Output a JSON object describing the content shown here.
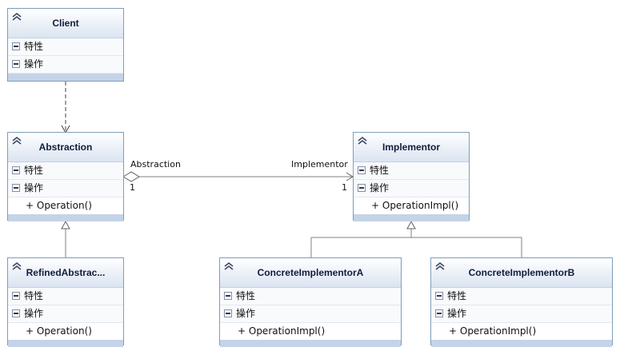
{
  "classes": {
    "client": {
      "name": "Client",
      "attributes_label": "特性",
      "operations_label": "操作"
    },
    "abstraction": {
      "name": "Abstraction",
      "attributes_label": "特性",
      "operations_label": "操作",
      "operation": "+ Operation()"
    },
    "refined": {
      "name": "RefinedAbstrac...",
      "attributes_label": "特性",
      "operations_label": "操作",
      "operation": "+ Operation()"
    },
    "implementor": {
      "name": "Implementor",
      "attributes_label": "特性",
      "operations_label": "操作",
      "operation": "+ OperationImpl()"
    },
    "concrete_a": {
      "name": "ConcreteImplementorA",
      "attributes_label": "特性",
      "operations_label": "操作",
      "operation": "+ OperationImpl()"
    },
    "concrete_b": {
      "name": "ConcreteImplementorB",
      "attributes_label": "特性",
      "operations_label": "操作",
      "operation": "+ OperationImpl()"
    }
  },
  "association": {
    "source_role": "Abstraction",
    "source_multiplicity": "1",
    "target_role": "Implementor",
    "target_multiplicity": "1"
  },
  "colors": {
    "border": "#7f9db9",
    "header_bottom": "#dbe4f1",
    "footer": "#c5d3e8",
    "line": "#808080"
  }
}
